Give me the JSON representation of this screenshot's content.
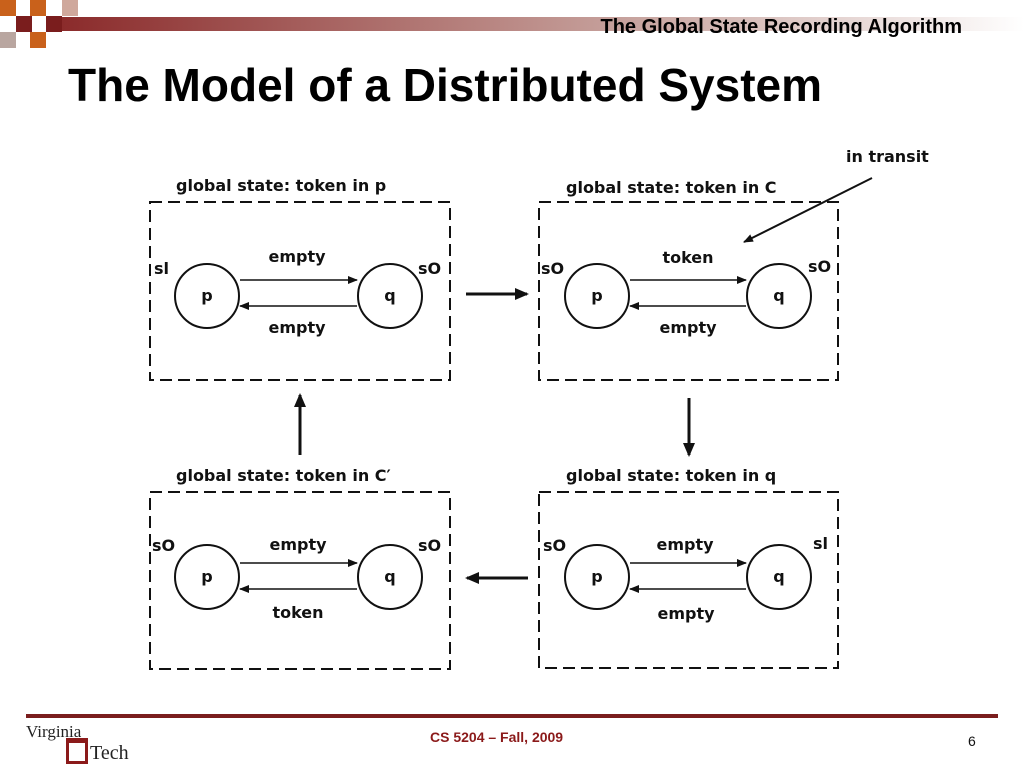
{
  "header": {
    "title": "The Global State Recording Algorithm"
  },
  "slide": {
    "title": "The Model of a Distributed System"
  },
  "diagram": {
    "annotation": "in transit",
    "states": [
      {
        "label": "global state: token in p",
        "left_state": "sl",
        "right_state": "sO",
        "left_node": "p",
        "right_node": "q",
        "top_channel": "empty",
        "bottom_channel": "empty"
      },
      {
        "label": "global state: token in C",
        "left_state": "sO",
        "right_state": "sO",
        "left_node": "p",
        "right_node": "q",
        "top_channel": "token",
        "bottom_channel": "empty"
      },
      {
        "label": "global state: token in C′",
        "left_state": "sO",
        "right_state": "sO",
        "left_node": "p",
        "right_node": "q",
        "top_channel": "empty",
        "bottom_channel": "token"
      },
      {
        "label": "global state: token in q",
        "left_state": "sO",
        "right_state": "sl",
        "left_node": "p",
        "right_node": "q",
        "top_channel": "empty",
        "bottom_channel": "empty"
      }
    ]
  },
  "footer": {
    "logo_top": "Virginia",
    "logo_bottom": "Tech",
    "course": "CS 5204 – Fall, 2009",
    "page": "6"
  },
  "colors": {
    "maroon": "#7a1d1d",
    "orange": "#c9611b",
    "header_fade": "#b07a72"
  }
}
